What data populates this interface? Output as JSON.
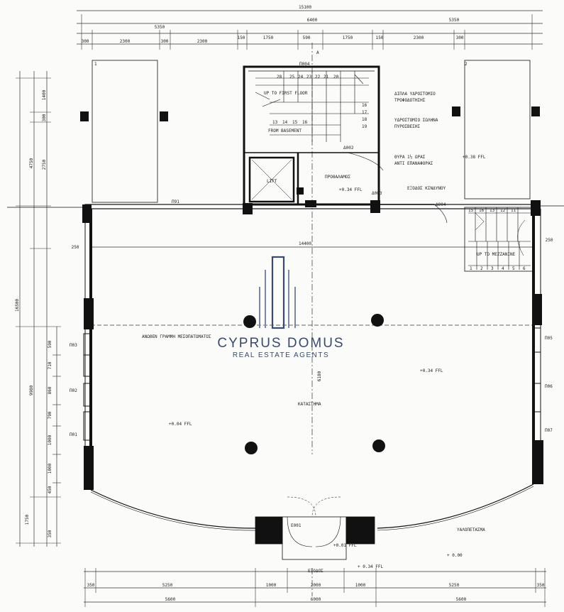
{
  "dimensions": {
    "overall_top": "15100",
    "top_left_span": "5350",
    "top_mid_span": "6400",
    "top_right_span": "5350",
    "top_row": [
      "300",
      "2300",
      "300",
      "2300",
      "150",
      "1750",
      "590",
      "1750",
      "150",
      "2300",
      "300"
    ],
    "left_total": "16500",
    "left_upper": "4750",
    "left_mid": "9980",
    "left_segments": [
      "1400",
      "300",
      "2750",
      "250",
      "590",
      "710",
      "860",
      "790",
      "1000",
      "1000",
      "450",
      "1750",
      "350"
    ],
    "inner_width": "14400",
    "core_height": "6180",
    "bottom_row": [
      "350",
      "5250",
      "1000",
      "2000",
      "1000",
      "5250",
      "350"
    ],
    "bottom_left": "5600",
    "bottom_mid": "6000",
    "bottom_right": "5600",
    "core_right": "250",
    "core_left": "250"
  },
  "labels": {
    "column_1": "1",
    "column_2": "2",
    "p004_top": "Π004",
    "section_marker": "A",
    "up_to_first_floor": "UP TO FIRST FLOOR",
    "from_basement": "FROM BASEMENT",
    "stair_top_numbers": [
      "28",
      "25",
      "24",
      "23",
      "22",
      "21",
      "20"
    ],
    "stair_mid_numbers": [
      "16",
      "17",
      "18",
      "19"
    ],
    "stair_low_numbers": [
      "13",
      "14",
      "15",
      "16"
    ],
    "lift": "LIFT",
    "d002": "Δ002",
    "d003": "Δ003",
    "d004": "Δ004",
    "lobby": "ΠΡΟΘΑΛΑΜΟΣ",
    "lobby_level": "+0.34 FFL",
    "hydrant_note_1": "ΔΙΠΛΑ ΥΔΡΟΣΤΟΜΙΟ",
    "hydrant_note_2": "ΤΡΟΦΟΔΟΤΗΣΗΣ",
    "hydrant_note_3": "ΥΔΡΟΣΤΟΜΙΟ ΣΩΛΗΝΑ",
    "hydrant_note_4": "ΠΥΡΟΣΒΕΣΗΣ",
    "door_note_1": "ΘΥΡΑ 1½ ΩΡΑΣ",
    "door_note_2": "ΑΝΤΙ ΕΠΑΝΑΦΟΡΑΣ",
    "right_level": "+0.38 FFL",
    "exit_sign": "ΕΞΟΔΟΣ ΚΙΝΔΥΝΟΥ",
    "p091": "Π91",
    "mez_top_numbers": [
      "15",
      "16",
      "13",
      "12",
      "11"
    ],
    "mez_bottom_numbers": [
      "1",
      "2",
      "3",
      "4",
      "5",
      "6"
    ],
    "up_to_mezzanine": "UP TO ΜΕΖΖΑΝΙΝΕ",
    "mezzanine_line": "ΑΝΩΘΕΝ ΓΡΑΜΜΗ ΜΕΣΟΠΑΤΩΜΑΤΟΣ",
    "shop": "ΚΑΤΑΣΤΗΜΑ",
    "shop_level": "+0.34 FFL",
    "left_level": "+0.04 FFL",
    "p001": "Π01",
    "p002": "Π02",
    "p003": "Π03",
    "p005": "Π05",
    "p006": "Π06",
    "p007": "Π07",
    "e001": "Ε001",
    "canopy": "ΥΑΛΟΠΕΤΑΣΜΑ",
    "entrance_level": "+0.01 FFL",
    "exit_bottom": "ΕΞΟΔΟΣ",
    "outside_level": "+ 0.34 FFL",
    "ground_level": "+ 0.00"
  },
  "watermark": {
    "title": "CYPRUS DOMUS",
    "subtitle": "REAL ESTATE AGENTS",
    "color": "#3a4a6e"
  }
}
